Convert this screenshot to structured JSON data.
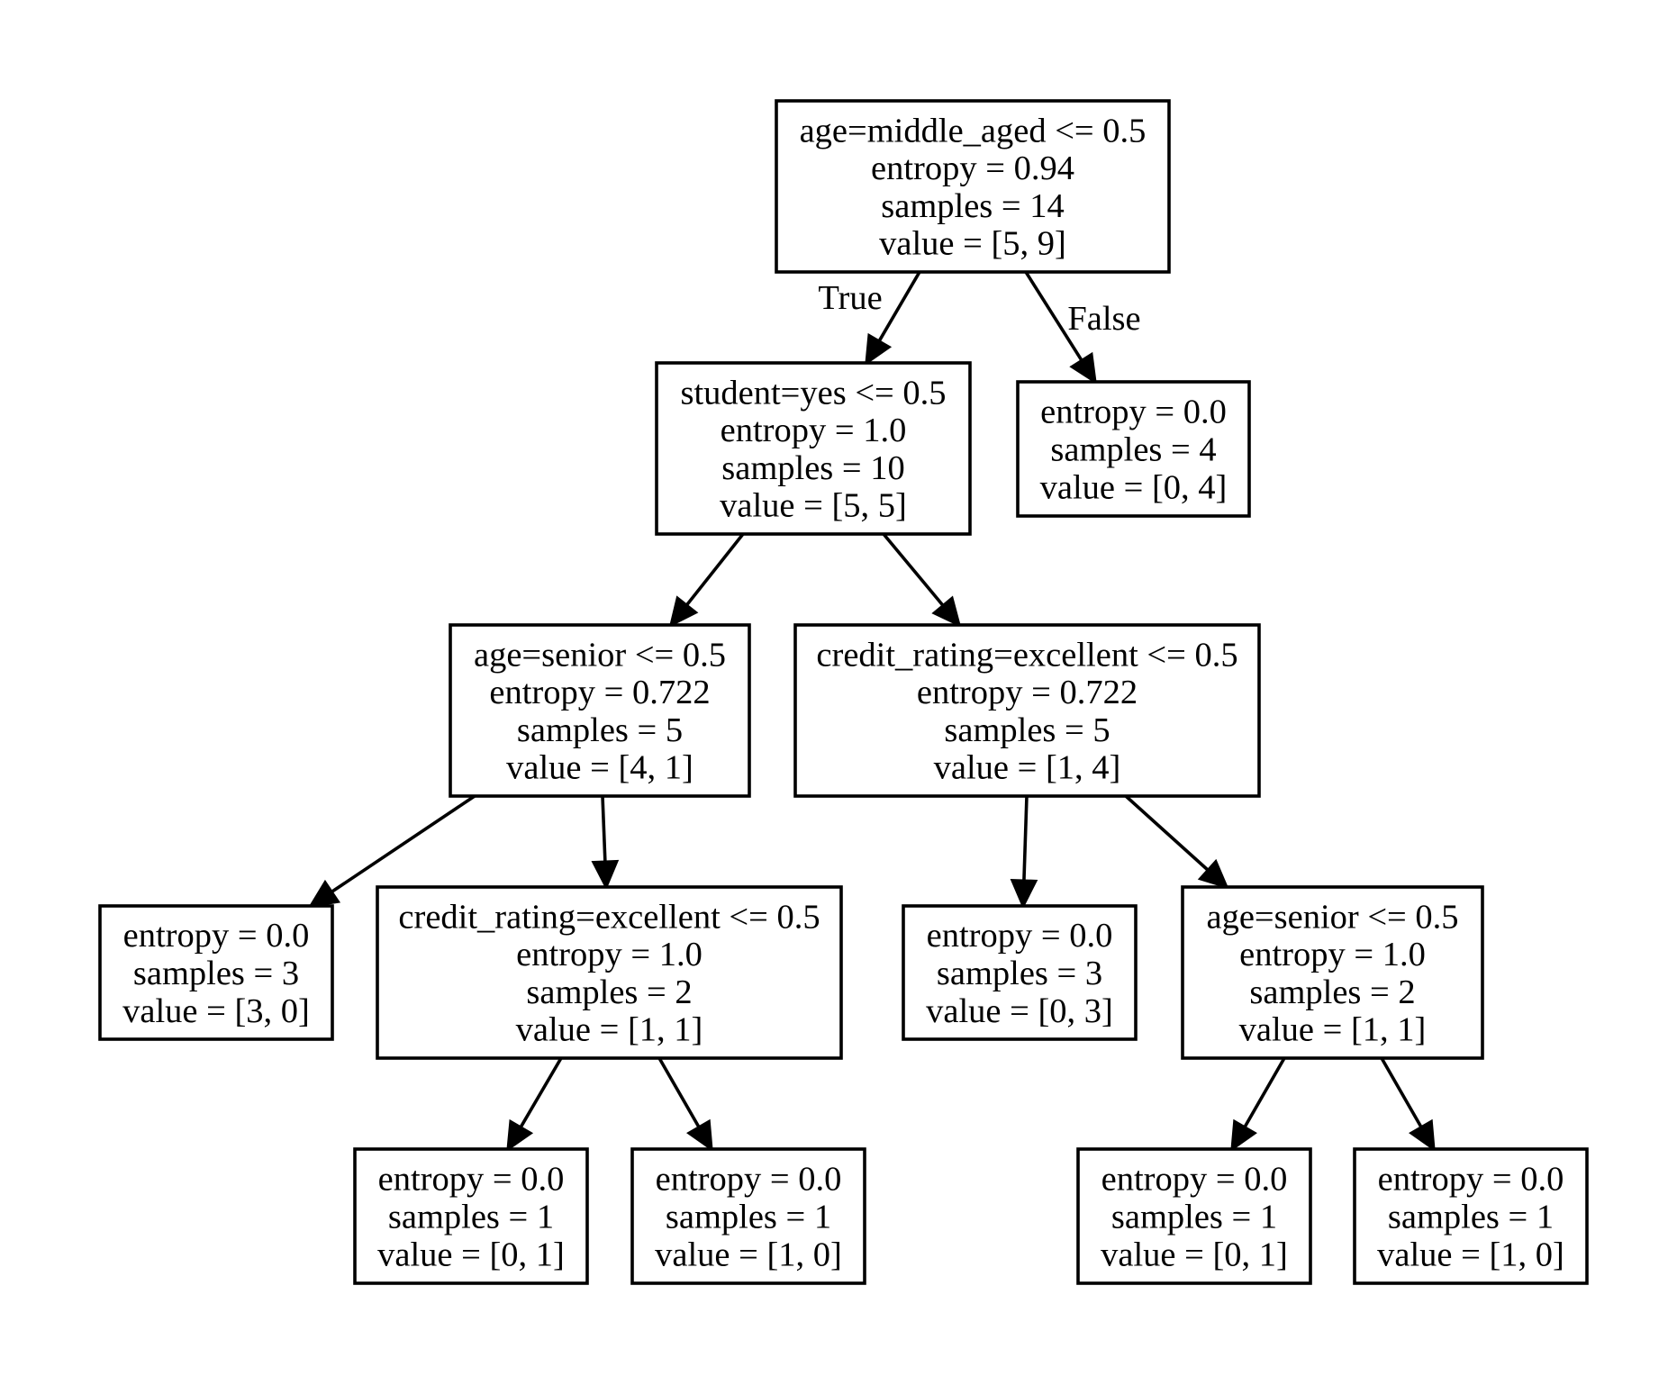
{
  "tree": {
    "nodes": [
      {
        "id": "n0",
        "lines": [
          "age=middle_aged <= 0.5",
          "entropy = 0.94",
          "samples = 14",
          "value = [5, 9]"
        ]
      },
      {
        "id": "n1",
        "lines": [
          "student=yes <= 0.5",
          "entropy = 1.0",
          "samples = 10",
          "value = [5, 5]"
        ]
      },
      {
        "id": "n2",
        "lines": [
          "entropy = 0.0",
          "samples = 4",
          "value = [0, 4]"
        ]
      },
      {
        "id": "n3",
        "lines": [
          "age=senior <= 0.5",
          "entropy = 0.722",
          "samples = 5",
          "value = [4, 1]"
        ]
      },
      {
        "id": "n4",
        "lines": [
          "credit_rating=excellent <= 0.5",
          "entropy = 0.722",
          "samples = 5",
          "value = [1, 4]"
        ]
      },
      {
        "id": "n5",
        "lines": [
          "entropy = 0.0",
          "samples = 3",
          "value = [3, 0]"
        ]
      },
      {
        "id": "n6",
        "lines": [
          "credit_rating=excellent <= 0.5",
          "entropy = 1.0",
          "samples = 2",
          "value = [1, 1]"
        ]
      },
      {
        "id": "n7",
        "lines": [
          "entropy = 0.0",
          "samples = 3",
          "value = [0, 3]"
        ]
      },
      {
        "id": "n8",
        "lines": [
          "age=senior <= 0.5",
          "entropy = 1.0",
          "samples = 2",
          "value = [1, 1]"
        ]
      },
      {
        "id": "n9",
        "lines": [
          "entropy = 0.0",
          "samples = 1",
          "value = [0, 1]"
        ]
      },
      {
        "id": "n10",
        "lines": [
          "entropy = 0.0",
          "samples = 1",
          "value = [1, 0]"
        ]
      },
      {
        "id": "n11",
        "lines": [
          "entropy = 0.0",
          "samples = 1",
          "value = [0, 1]"
        ]
      },
      {
        "id": "n12",
        "lines": [
          "entropy = 0.0",
          "samples = 1",
          "value = [1, 0]"
        ]
      }
    ],
    "edges": [
      {
        "from": "n0",
        "to": "n1",
        "label": "True"
      },
      {
        "from": "n0",
        "to": "n2",
        "label": "False"
      },
      {
        "from": "n1",
        "to": "n3"
      },
      {
        "from": "n1",
        "to": "n4"
      },
      {
        "from": "n3",
        "to": "n5"
      },
      {
        "from": "n3",
        "to": "n6"
      },
      {
        "from": "n4",
        "to": "n7"
      },
      {
        "from": "n4",
        "to": "n8"
      },
      {
        "from": "n6",
        "to": "n9"
      },
      {
        "from": "n6",
        "to": "n10"
      },
      {
        "from": "n8",
        "to": "n11"
      },
      {
        "from": "n8",
        "to": "n12"
      }
    ]
  }
}
